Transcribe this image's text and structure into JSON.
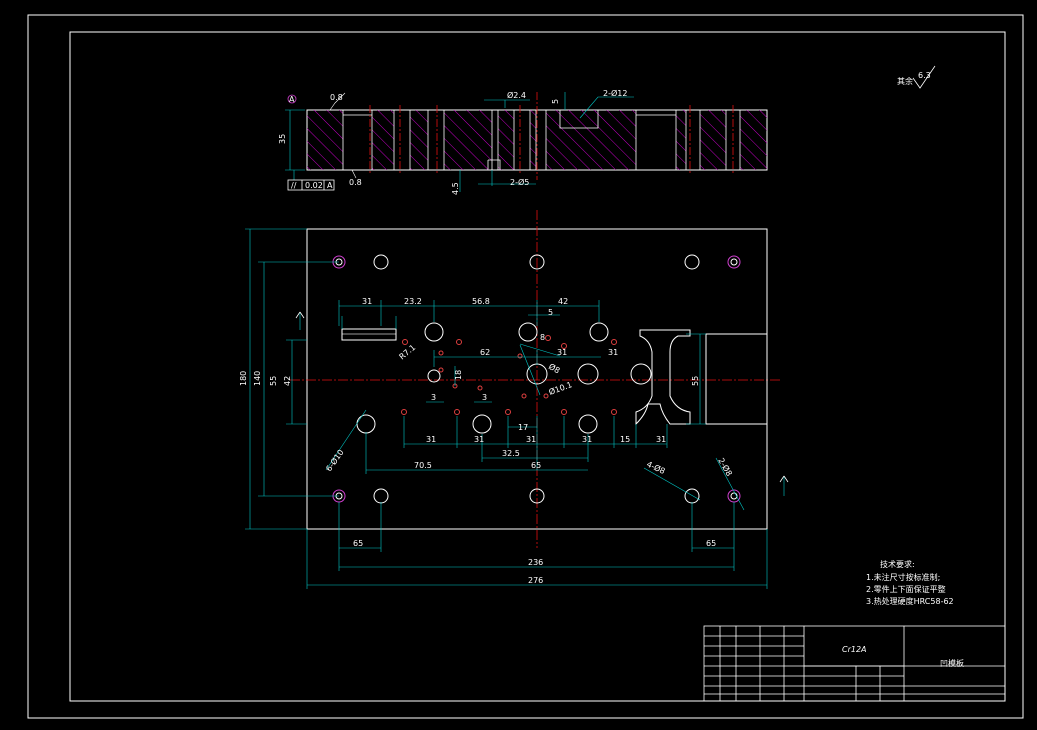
{
  "colors": {
    "background": "#000000",
    "border": "#ffffff",
    "dimension": "#00c8c8",
    "centerline": "#e01010",
    "hatch": "#c000c0",
    "hole": "#ffffff",
    "dowel": "#d040d0"
  },
  "drawing": {
    "roughness_note": "其余",
    "roughness_value": "6.3"
  },
  "side_view": {
    "datum_mark": "A",
    "roughness_top": "0.8",
    "roughness_bottom": "0.8",
    "height": "35",
    "diameter_top": "Ø2.4",
    "depth_top": "5",
    "holes_top": "2-Ø12",
    "depth_bottom": "4.5",
    "holes_bottom": "2-Ø5",
    "tolerance_symbol": "//",
    "tolerance_value": "0.02",
    "tolerance_datum": "A"
  },
  "plan_view": {
    "dims": {
      "d31_top": "31",
      "d23_2": "23.2",
      "d56_8": "56.8",
      "d42_top": "42",
      "d5": "5",
      "d62": "62",
      "d8": "8",
      "d31_b": "31",
      "d31_c": "31",
      "d18": "18",
      "d3_a": "3",
      "d3_b": "3",
      "d31_1": "31",
      "d31_2": "31",
      "d17": "17",
      "d31_3": "31",
      "d31_4": "31",
      "d15": "15",
      "d31_5": "31",
      "d32_5": "32.5",
      "d70_5": "70.5",
      "d65_mid": "65",
      "d65_left": "65",
      "d65_right": "65",
      "d236": "236",
      "d276": "276",
      "d180": "180",
      "d140": "140",
      "d55_left": "55",
      "d42_left": "42",
      "d55_right": "55",
      "r7_1": "R7.1",
      "hole_r": "Ø8",
      "hole_d1": "Ø10.1",
      "holes_6": "6-Ø10",
      "holes_4": "4-Ø8",
      "holes_2": "2-Ø8"
    }
  },
  "tech_req": {
    "title": "技术要求:",
    "line1": "1.未注尺寸按标准制;",
    "line2": "2.零件上下面保证平整",
    "line3": "3.热处理硬度HRC58-62"
  },
  "title_block": {
    "material": "Cr12A",
    "part_name": "凹模板"
  }
}
